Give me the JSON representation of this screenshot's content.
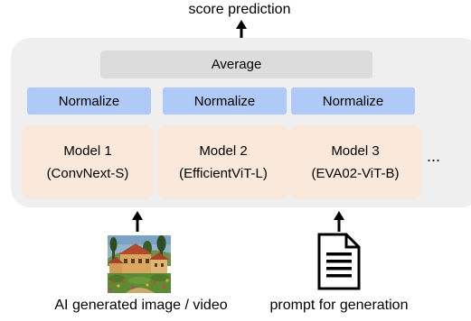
{
  "output_label": "score prediction",
  "average_label": "Average",
  "normalize_label": "Normalize",
  "models": [
    {
      "name": "Model 1",
      "backbone": "(ConvNext-S)"
    },
    {
      "name": "Model 2",
      "backbone": "(EfficientViT-L)"
    },
    {
      "name": "Model 3",
      "backbone": "(EVA02-ViT-B)"
    }
  ],
  "ellipsis": "...",
  "inputs": {
    "image_caption": "AI generated image / video",
    "image_icon": "painted-village-image-icon",
    "prompt_caption": "prompt for generation",
    "prompt_icon": "document-icon"
  },
  "colors": {
    "container": "#efefef",
    "average": "#dcdcdc",
    "normalize": "#afcaf6",
    "model": "#fae9da"
  }
}
